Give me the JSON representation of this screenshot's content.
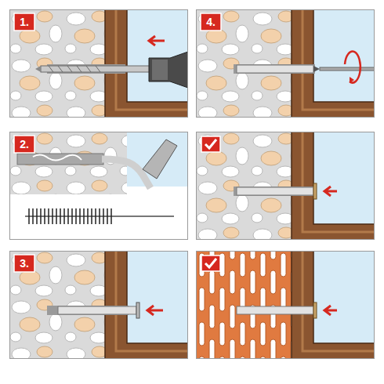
{
  "diagram": {
    "labels": [
      "1.",
      "4.",
      "2.",
      "3."
    ]
  }
}
